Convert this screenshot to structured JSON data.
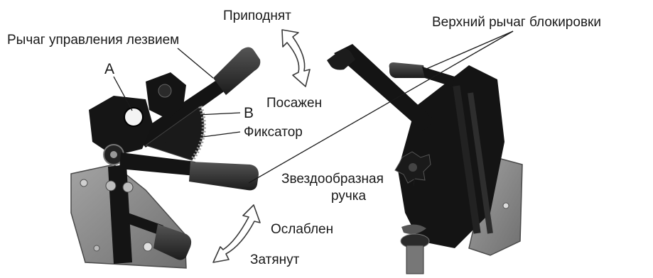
{
  "labels": {
    "blade_lever": "Рычаг управления лезвием",
    "raised": "Приподнят",
    "upper_lock_lever": "Верхний рычаг блокировки",
    "point_a": "A",
    "seated": "Посажен",
    "point_b": "B",
    "lock": "Фиксатор",
    "star_knob_line1": "Звездообразная",
    "star_knob_line2": "ручка",
    "loosened": "Ослаблен",
    "tightened": "Затянут"
  },
  "colors": {
    "background": "#ffffff",
    "text": "#1a1a1a",
    "metal_black": "#141414",
    "plate_gray": "#8c8c8c",
    "handle_rubber": "#2b2b2b",
    "arrow_outline": "#3a3a3a"
  },
  "icons": {
    "motion_arrow": "double-headed-curved-arrow"
  }
}
